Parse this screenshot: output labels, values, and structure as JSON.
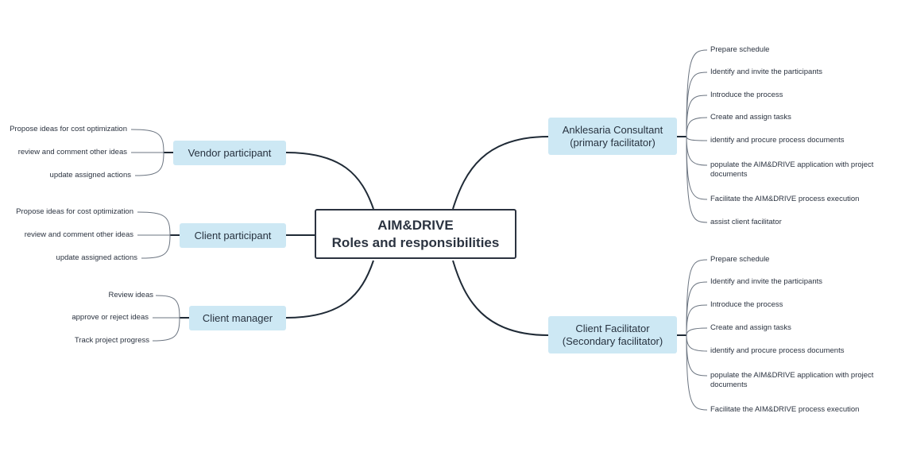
{
  "central": {
    "title": "AIM&DRIVE",
    "subtitle": "Roles and responsibilities"
  },
  "left_topics": [
    {
      "label": "Vendor participant",
      "items": [
        "Propose ideas for cost optimization",
        "review and comment other ideas",
        "update assigned actions"
      ]
    },
    {
      "label": "Client participant",
      "items": [
        "Propose ideas for cost optimization",
        "review and comment other ideas",
        "update assigned actions"
      ]
    },
    {
      "label": "Client manager",
      "items": [
        "Review ideas",
        "approve or reject ideas",
        "Track project progress"
      ]
    }
  ],
  "right_topics": [
    {
      "line1": "Anklesaria Consultant",
      "line2": "(primary facilitator)",
      "items": [
        "Prepare schedule",
        "Identify and invite the participants",
        "Introduce the process",
        "Create and assign tasks",
        "identify and procure process documents",
        "populate the AIM&DRIVE application with project documents",
        "Facilitate the AIM&DRIVE process execution",
        "assist client facilitator"
      ]
    },
    {
      "line1": "Client Facilitator",
      "line2": "(Secondary facilitator)",
      "items": [
        "Prepare schedule",
        "Identify and invite the participants",
        "Introduce the process",
        "Create and assign tasks",
        "identify and procure process documents",
        "populate the AIM&DRIVE application with project documents",
        "Facilitate the AIM&DRIVE process execution"
      ]
    }
  ],
  "colors": {
    "topic_fill": "#cde8f4",
    "line": "#1f2a36",
    "leaf_line": "#6b7480"
  }
}
